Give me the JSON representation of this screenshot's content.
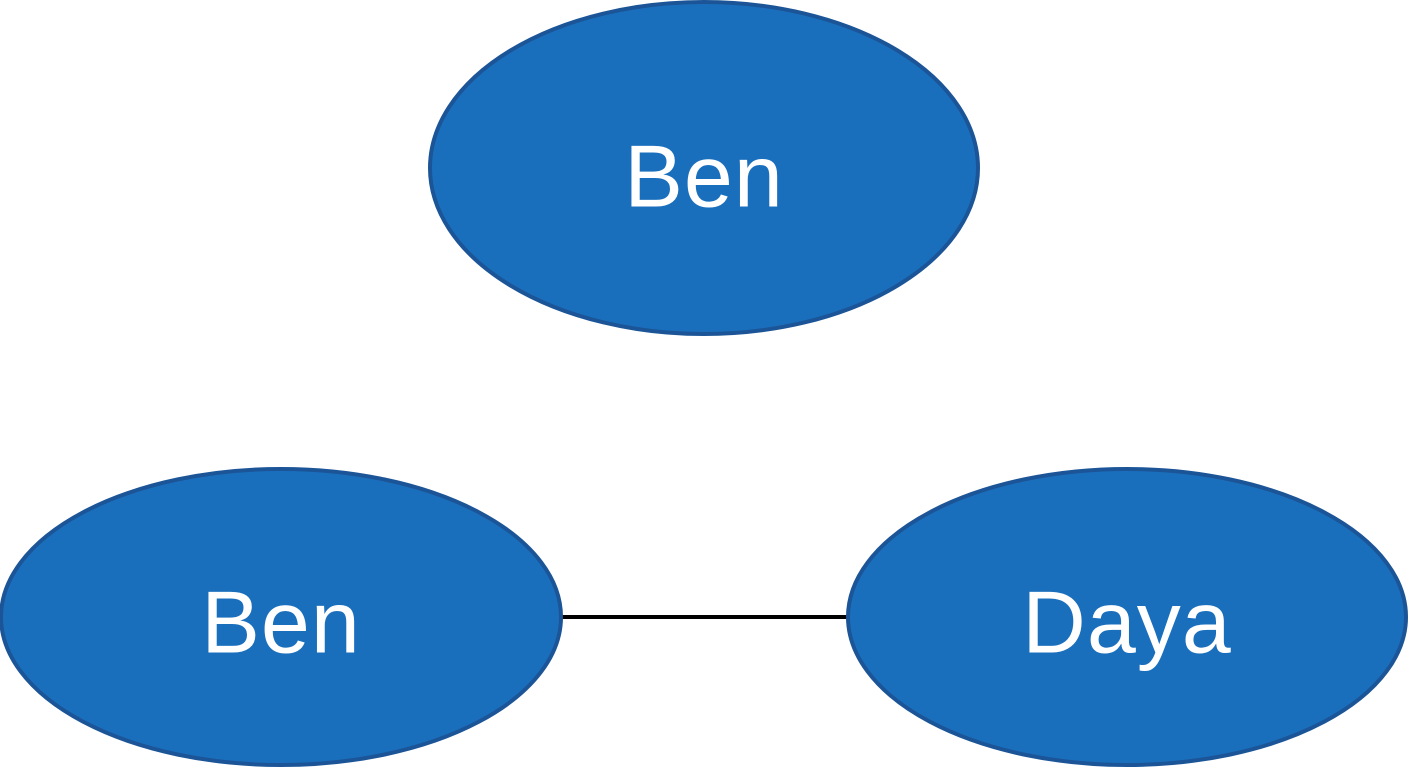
{
  "diagram": {
    "nodes": [
      {
        "id": "node-top",
        "label": "Ben"
      },
      {
        "id": "node-bottom-left",
        "label": "Ben"
      },
      {
        "id": "node-bottom-right",
        "label": "Daya"
      }
    ],
    "edges": [
      {
        "from": "node-bottom-left",
        "to": "node-bottom-right"
      }
    ]
  },
  "colors": {
    "node_fill": "#1a6fbd",
    "node_stroke": "#1b5597",
    "edge": "#000000",
    "label": "#ffffff",
    "background": "#ffffff"
  }
}
